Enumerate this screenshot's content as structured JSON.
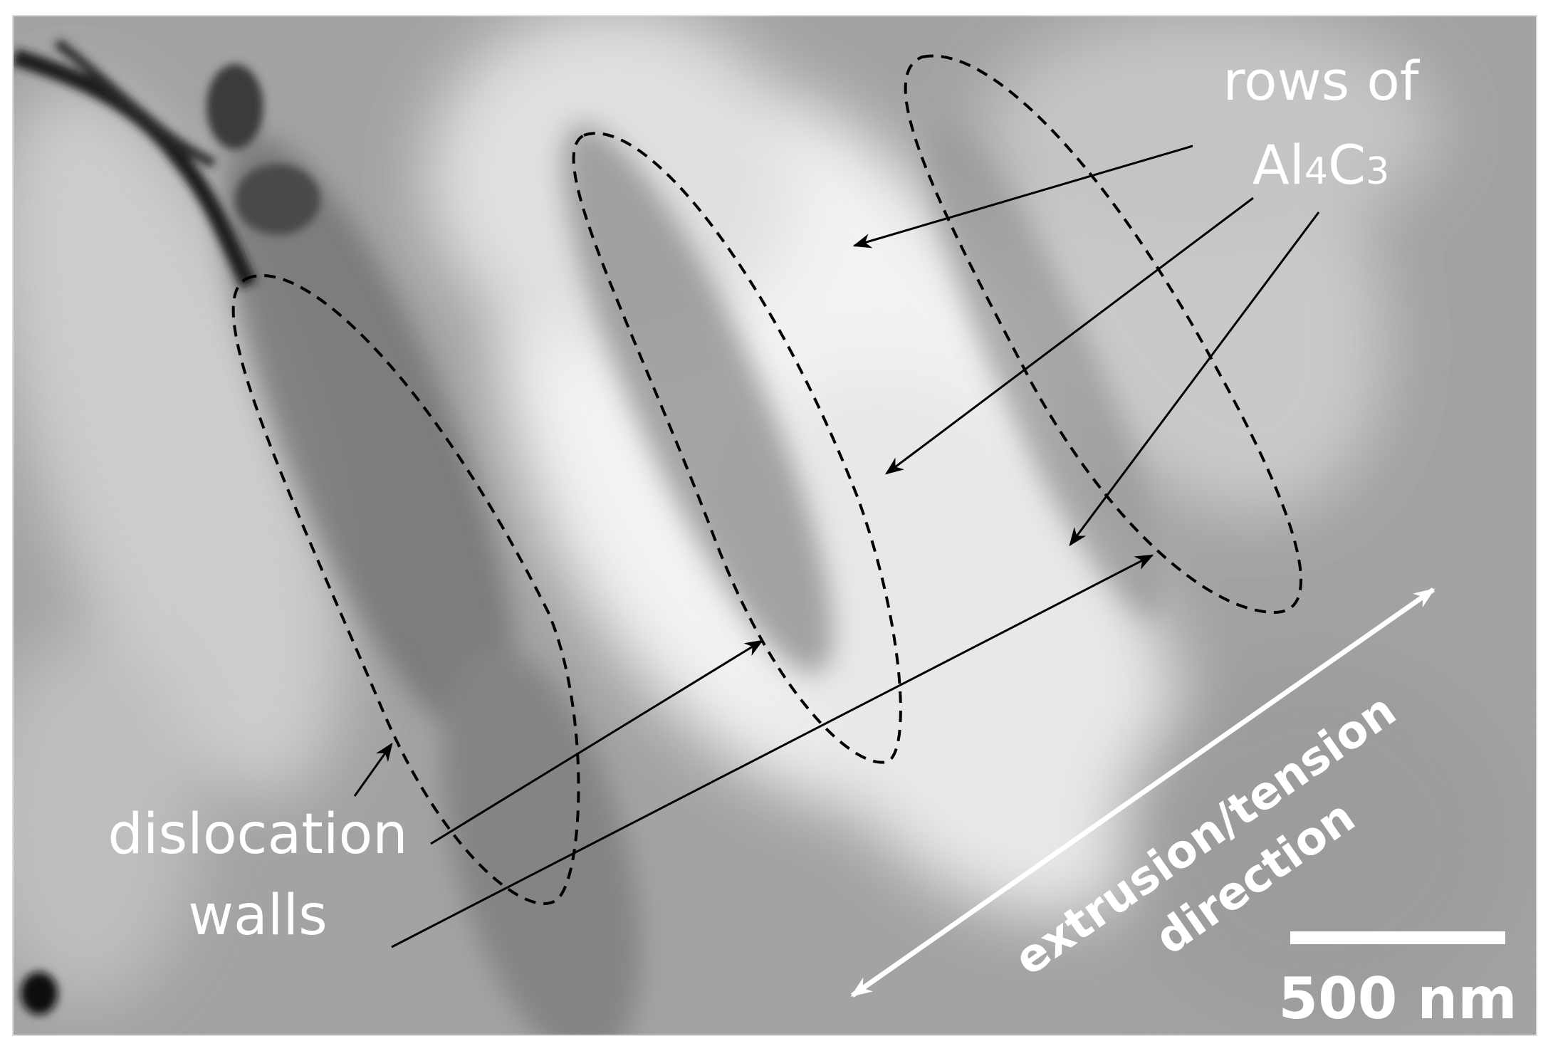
{
  "labels": {
    "rows_line1": "rows of",
    "rows_formula_al": "Al",
    "rows_formula_4": "4",
    "rows_formula_c": "C",
    "rows_formula_3": "3",
    "dislocation_line1": "dislocation",
    "dislocation_line2": "walls",
    "direction_line1": "extrusion/tension",
    "direction_line2": "direction",
    "scale_bar": "500 nm"
  },
  "colors": {
    "annotation_dark": "#000000",
    "annotation_light": "#ffffff",
    "background_mid": "#a3a3a3"
  },
  "icons": {
    "direction_arrow": "double-headed-arrow-icon",
    "callout_arrow": "arrow-icon"
  }
}
